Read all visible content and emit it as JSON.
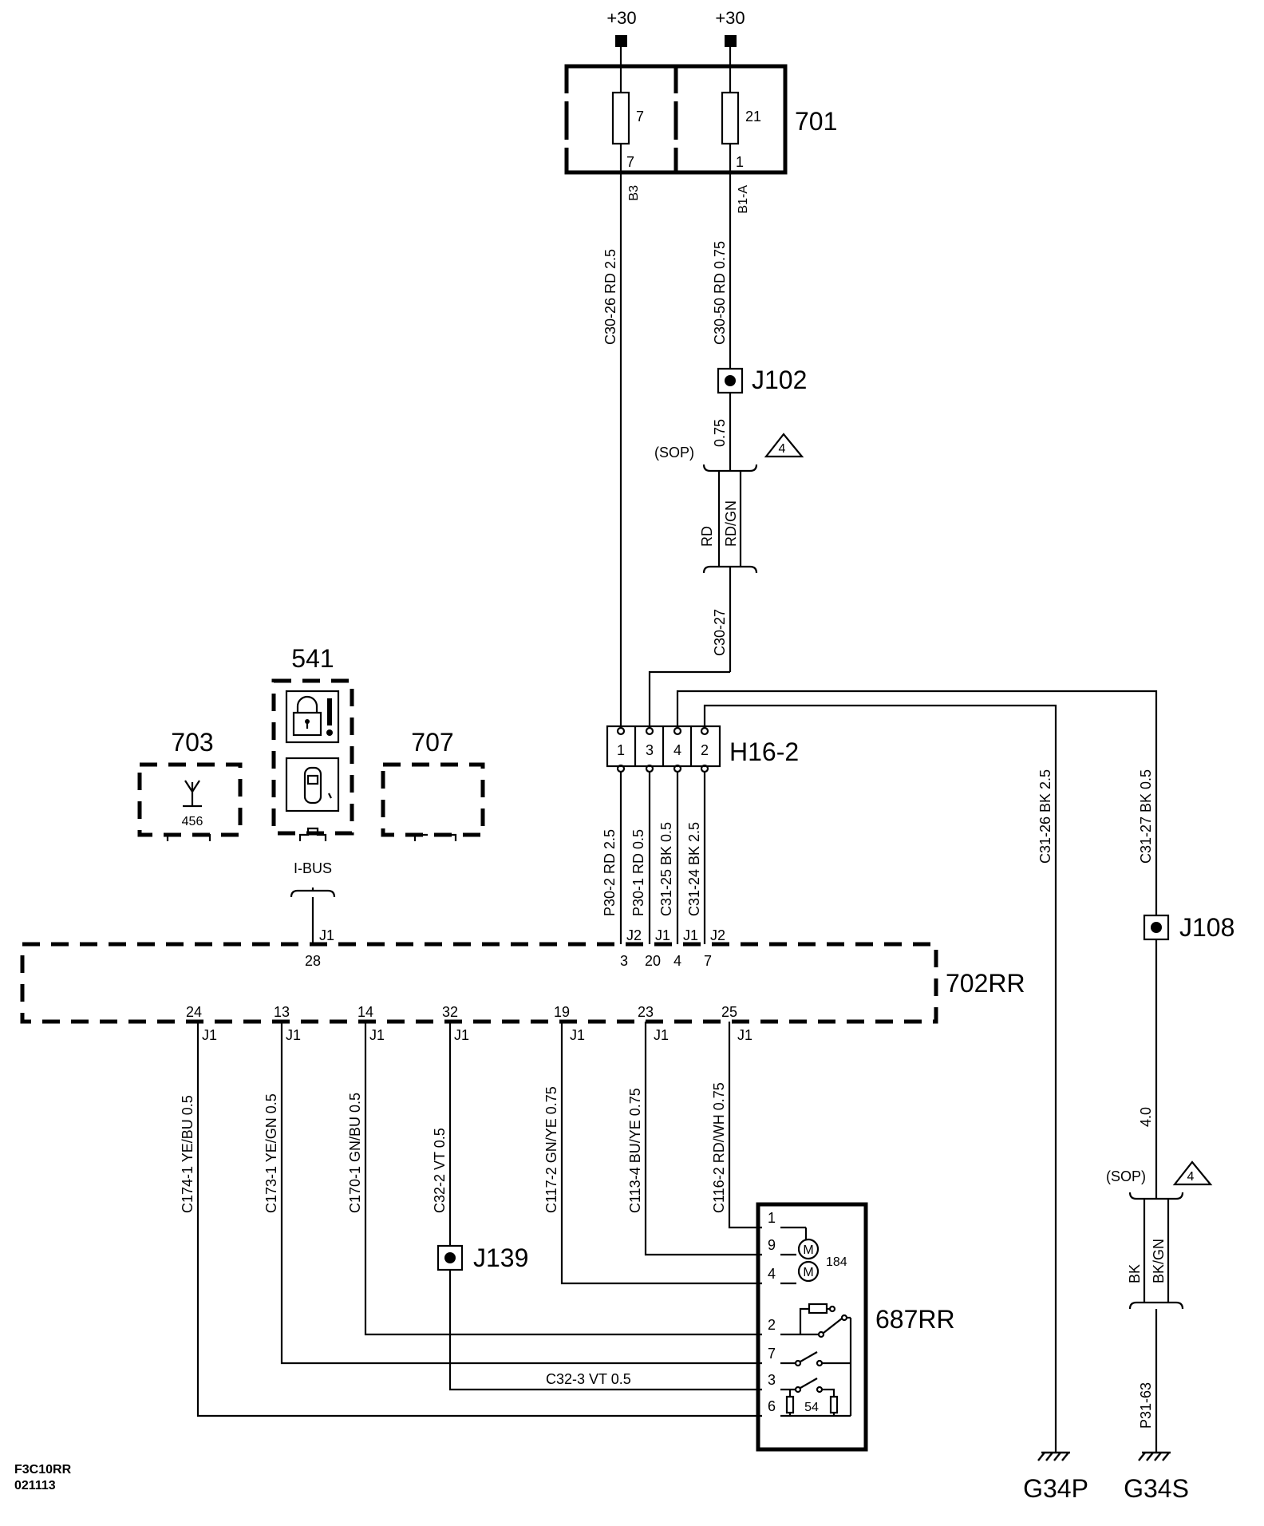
{
  "diagram": {
    "corner_code": "F3C10RR",
    "corner_date": "021113",
    "supply": {
      "left": "+30",
      "right": "+30"
    },
    "fuse_box": {
      "id": "701",
      "fuse_a": {
        "number": "7",
        "pin": "7"
      },
      "fuse_b": {
        "number": "21",
        "pin": "1"
      },
      "out_a": "B3",
      "out_b": "B1-A"
    },
    "wires": {
      "c30_26": "C30-26  RD  2.5",
      "c30_50": "C30-50  RD  0.75",
      "j102_down": "0.75",
      "c30_27": "C30-27",
      "rd": "RD",
      "rdgn": "RD/GN",
      "sop1": "(SOP)",
      "tri1": "4",
      "c31_26": "C31-26  BK  2.5",
      "c31_27": "C31-27  BK  0.5",
      "four": "4.0",
      "sop2": "(SOP)",
      "tri2": "4",
      "bk": "BK",
      "bkgn": "BK/GN",
      "p31_63": "P31-63",
      "p30_2": "P30-2  RD  2.5",
      "p30_1": "P30-1  RD  0.5",
      "c31_25": "C31-25  BK  0.5",
      "c31_24": "C31-24  BK  2.5",
      "c174_1": "C174-1  YE/BU   0.5",
      "c173_1": "C173-1  YE/GN  0.5",
      "c170_1": "C170-1  GN/BU  0.5",
      "c32_2": "C32-2  VT  0.5",
      "c117_2": "C117-2  GN/YE  0.75",
      "c113_4": "C113-4  BU/YE  0.75",
      "c116_2": "C116-2  RD/WH  0.75",
      "c32_3": "C32-3   VT     0.5"
    },
    "junctions": {
      "j102": "J102",
      "j108": "J108",
      "j139": "J139"
    },
    "connector_h16": {
      "id": "H16-2",
      "pins": [
        "1",
        "3",
        "4",
        "2"
      ]
    },
    "module_702": {
      "id": "702RR",
      "top_pins": [
        {
          "conn": "J1",
          "pin": "28"
        },
        {
          "conn": "J2",
          "pin": "3"
        },
        {
          "conn": "J1",
          "pin": "20"
        },
        {
          "conn": "J1",
          "pin": "4"
        },
        {
          "conn": "J2",
          "pin": "7"
        }
      ],
      "bottom_pins": [
        {
          "pin": "24",
          "conn": "J1"
        },
        {
          "pin": "13",
          "conn": "J1"
        },
        {
          "pin": "14",
          "conn": "J1"
        },
        {
          "pin": "32",
          "conn": "J1"
        },
        {
          "pin": "19",
          "conn": "J1"
        },
        {
          "pin": "23",
          "conn": "J1"
        },
        {
          "pin": "25",
          "conn": "J1"
        }
      ]
    },
    "unit_687": {
      "id": "687RR",
      "motor_id": "184",
      "motor_symbol": "M",
      "resistor_id": "54",
      "pins": [
        "1",
        "9",
        "4",
        "2",
        "7",
        "3",
        "6"
      ]
    },
    "module_703": {
      "id": "703",
      "number": "456"
    },
    "module_541": {
      "id": "541",
      "bus": "I-BUS"
    },
    "module_707": {
      "id": "707"
    },
    "grounds": {
      "left": "G34P",
      "right": "G34S"
    }
  }
}
